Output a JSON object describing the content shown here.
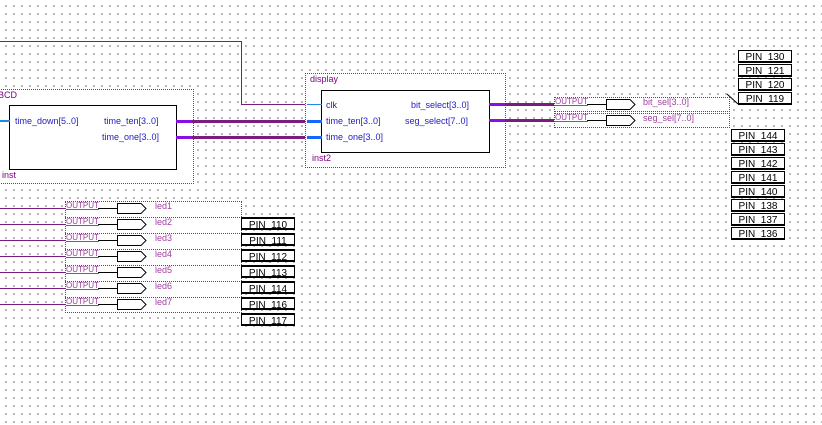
{
  "blocks": {
    "bcd": {
      "title": "BCD",
      "instance": "inst",
      "inputs": [
        "time_down[5..0]"
      ],
      "outputs": [
        "time_ten[3..0]",
        "time_one[3..0]"
      ]
    },
    "display": {
      "title": "display",
      "instance": "inst2",
      "inputs": [
        "clk",
        "time_ten[3..0]",
        "time_one[3..0]"
      ],
      "outputs": [
        "bit_select[3..0]",
        "seg_select[7..0]"
      ]
    }
  },
  "outputs": {
    "type_label": "OUTPUT",
    "bus_pins": [
      {
        "name": "bit_sel[3..0]"
      },
      {
        "name": "seg_sel[7..0]"
      }
    ],
    "leds": [
      {
        "name": "led1"
      },
      {
        "name": "led2"
      },
      {
        "name": "led3"
      },
      {
        "name": "led4"
      },
      {
        "name": "led5"
      },
      {
        "name": "led6"
      },
      {
        "name": "led7"
      }
    ]
  },
  "pin_assignments": {
    "bit_sel": [
      "PIN_130",
      "PIN_121",
      "PIN_120",
      "PIN_119"
    ],
    "seg_sel": [
      "PIN_144",
      "PIN_143",
      "PIN_142",
      "PIN_141",
      "PIN_140",
      "PIN_138",
      "PIN_137",
      "PIN_136"
    ],
    "leds": [
      "PIN_110",
      "PIN_111",
      "PIN_112",
      "PIN_113",
      "PIN_114",
      "PIN_116",
      "PIN_117"
    ]
  }
}
